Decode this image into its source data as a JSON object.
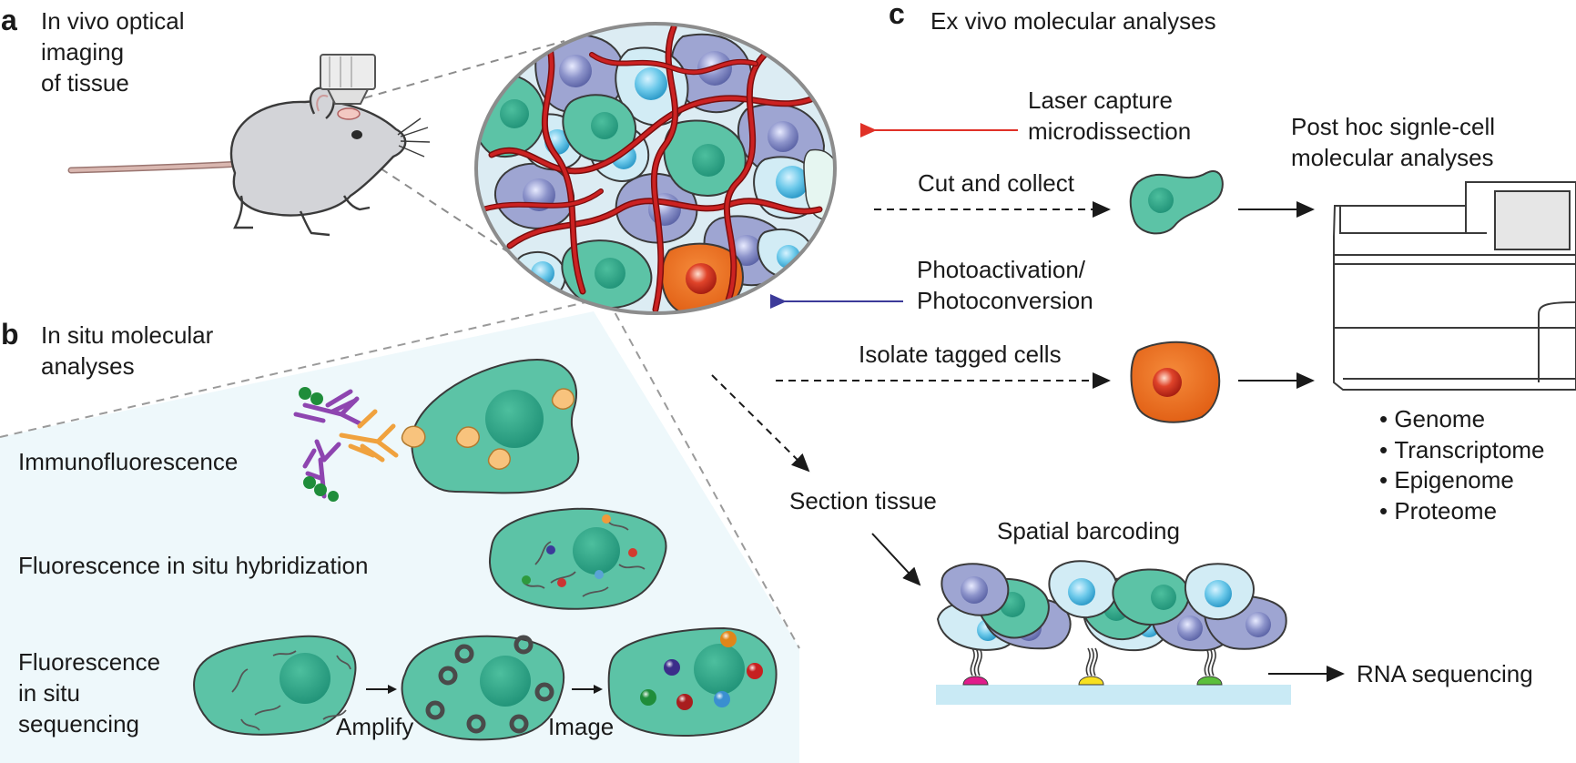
{
  "panels": {
    "a": {
      "letter": "a",
      "title": "In vivo optical\nimaging\nof tissue"
    },
    "b": {
      "letter": "b",
      "title": "In situ molecular\nanalyses",
      "rows": [
        "Immunofluorescence",
        "Fluorescence in situ hybridization",
        "Fluorescence\nin situ\nsequencing"
      ],
      "steps": [
        "Amplify",
        "Image"
      ]
    },
    "c": {
      "letter": "c",
      "title": "Ex vivo molecular analyses",
      "laser_capture": "Laser capture\nmicrodissection",
      "cut_collect": "Cut and collect",
      "photo": "Photoactivation/\nPhotoconversion",
      "isolate": "Isolate tagged cells",
      "post_hoc": "Post hoc signle-cell\nmolecular analyses",
      "omics": [
        "Genome",
        "Transcriptome",
        "Epigenome",
        "Proteome"
      ],
      "section_tissue": "Section tissue",
      "spatial_barcoding": "Spatial barcoding",
      "rna_seq": "RNA sequencing"
    }
  },
  "colors": {
    "teal_cell": "#5cc3a6",
    "purple_cell": "#9ea5d2",
    "light_cell": "#d2ecf5",
    "orange_cell": "#e8621c",
    "vessel": "#c41e1e",
    "red_arrow": "#e03127",
    "blue_arrow": "#3c3a99",
    "panel_b_bg": "#eef8fb",
    "antibody_purple": "#8e45b0",
    "antibody_orange": "#f0a23e"
  }
}
